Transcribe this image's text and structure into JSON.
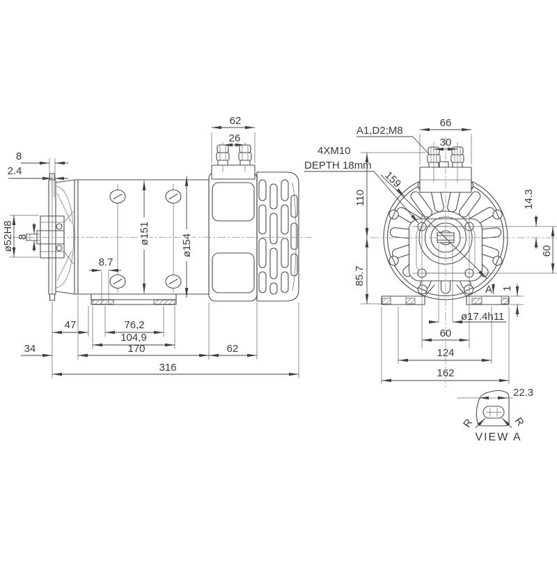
{
  "colors": {
    "line": "#4a4a4a",
    "dimension": "#404040",
    "text": "#3a3a3a",
    "background": "#ffffff"
  },
  "side_view": {
    "dim_flange_thickness": "8",
    "dim_flange_gap": "2.4",
    "dim_spigot_dia": "ø52H8",
    "dim_shaft_tip_dia": "8",
    "dim_body_dia": "ø151",
    "dim_housing_dia": "ø154",
    "dim_slot_width": "8.7",
    "dim_terminal_width": "62",
    "dim_stud_spacing": "26",
    "dim_flange_to_foot": "47",
    "dim_foot_slot_spacing": "76,2",
    "dim_foot_length": "104,9",
    "dim_body_length": "170",
    "dim_bell_depth": "34",
    "dim_rear_length": "62",
    "dim_overall_length": "316"
  },
  "front_view": {
    "label_terminal_marking": "A1,D2;M8",
    "label_tap_line1": "4XM10",
    "label_tap_line2": "DEPTH 18mm",
    "dim_fin_dia": "159",
    "dim_block_width": "66",
    "dim_stud_spacing": "30",
    "dim_center_height": "110",
    "dim_center_to_foot": "85.7",
    "dim_hole_offset": "14.3",
    "dim_hole_spacing_v": "60",
    "dim_pad_step": "1",
    "label_view_arrow": "A",
    "dim_shaft_dia": "ø17.4h11",
    "dim_hole_spacing_h": "60",
    "dim_foot_hole_spacing": "124",
    "dim_foot_width": "162"
  },
  "view_a": {
    "dim_width": "22.3",
    "label_radius_left": "R",
    "label_radius_right": "R",
    "caption": "VIEW A"
  }
}
